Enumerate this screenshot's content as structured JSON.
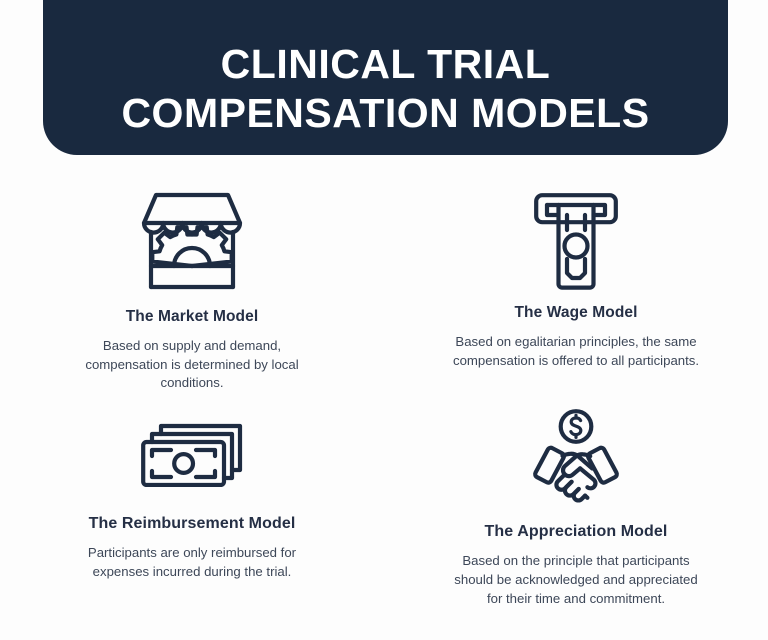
{
  "header": {
    "title_lines": [
      "CLINICAL TRIAL",
      "COMPENSATION MODELS"
    ],
    "background_color": "#19293f",
    "text_color": "#ffffff"
  },
  "theme": {
    "page_background": "#fdfdfd",
    "heading_color": "#252f45",
    "body_text_color": "#3d4758",
    "icon_stroke_color": "#1e2c42"
  },
  "models": [
    {
      "icon": "market-stall-gear-icon",
      "title": "The Market Model",
      "description": "Based on supply and demand, compensation is determined by local conditions."
    },
    {
      "icon": "atm-banknote-icon",
      "title": "The Wage Model",
      "description": "Based on egalitarian principles, the same compensation is offered to all participants."
    },
    {
      "icon": "stacked-banknotes-icon",
      "title": "The Reimbursement Model",
      "description": "Participants are only reimbursed for expenses incurred during the trial."
    },
    {
      "icon": "handshake-dollar-icon",
      "title": "The Appreciation Model",
      "description": "Based on the principle that participants should be acknowledged and appreciated for their time and commitment."
    }
  ]
}
